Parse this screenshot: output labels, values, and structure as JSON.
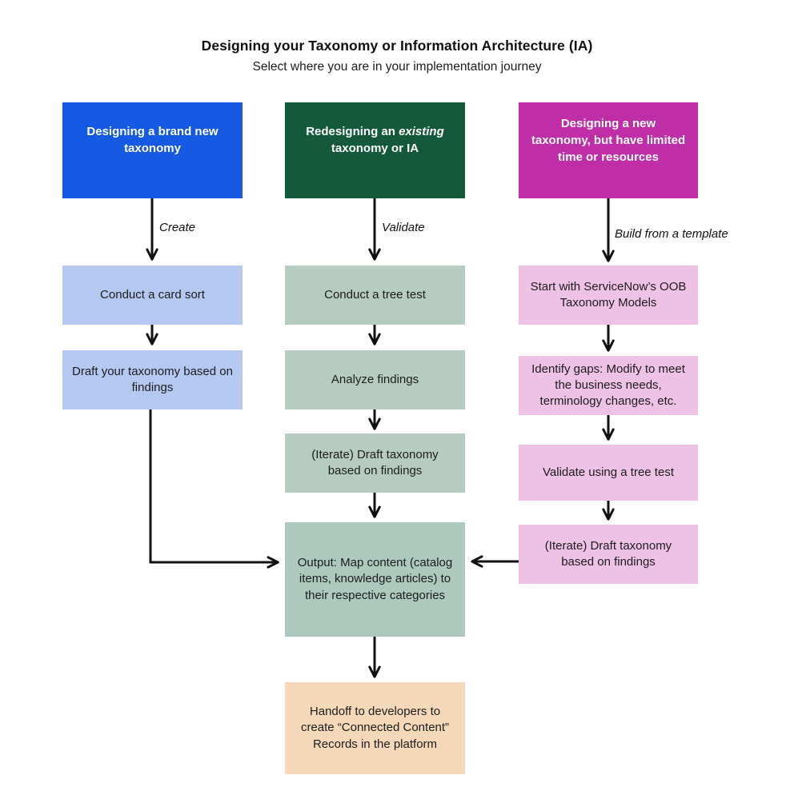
{
  "title": "Designing your Taxonomy or Information Architecture (IA)",
  "subtitle": "Select where you are in your implementation journey",
  "colors": {
    "header_blue": "#1659E2",
    "header_green": "#14593C",
    "header_magenta": "#BF2EA6",
    "step_light_blue": "#B5C8F1",
    "step_sage": "#B7CCC0",
    "output_sage": "#ADC9BD",
    "step_pink": "#EEC1E6",
    "handoff_tan": "#F4D8B9",
    "arrow": "#111111"
  },
  "columns": {
    "new": {
      "header": "Designing a brand new taxonomy",
      "edge_label": "Create",
      "steps": [
        "Conduct a card sort",
        "Draft your taxonomy based on findings"
      ]
    },
    "redesign": {
      "header_pre": "Redesigning an ",
      "header_italic": "existing",
      "header_post": "taxonomy or IA",
      "edge_label": "Validate",
      "steps": [
        "Conduct a tree test",
        "Analyze findings",
        "(Iterate) Draft taxonomy based on findings"
      ]
    },
    "limited": {
      "header": "Designing a new taxonomy, but have limited time or resources",
      "edge_label": "Build from a template",
      "steps": [
        "Start with ServiceNow’s OOB Taxonomy Models",
        "Identify gaps: Modify to meet the business needs, terminology changes, etc.",
        "Validate using a tree test",
        "(Iterate) Draft taxonomy based on findings"
      ]
    }
  },
  "output_node": "Output: Map content (catalog items, knowledge articles) to their respective categories",
  "handoff_node": "Handoff to developers to create “Connected Content” Records in the platform"
}
